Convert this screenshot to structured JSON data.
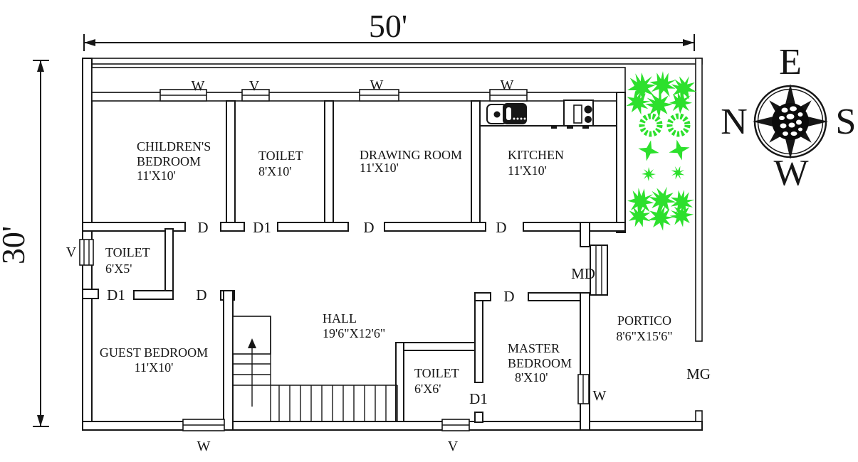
{
  "dim": {
    "width": "50'",
    "height": "30'"
  },
  "rooms": {
    "childrens": {
      "line1": "CHILDREN'S",
      "line2": "BEDROOM",
      "size": "11'X10'"
    },
    "toilet_top": {
      "name": "TOILET",
      "size": "8'X10'"
    },
    "drawing": {
      "name": "DRAWING ROOM",
      "size": "11'X10'"
    },
    "kitchen": {
      "name": "KITCHEN",
      "size": "11'X10'"
    },
    "toilet_left": {
      "name": "TOILET",
      "size": "6'X5'"
    },
    "guest": {
      "name": "GUEST BEDROOM",
      "size": "11'X10'"
    },
    "hall": {
      "name": "HALL",
      "size": "19'6\"X12'6\""
    },
    "toilet_mid": {
      "name": "TOILET",
      "size": "6'X6'"
    },
    "master": {
      "line1": "MASTER",
      "line2": "BEDROOM",
      "size": "8'X10'"
    },
    "portico": {
      "name": "PORTICO",
      "size": "8'6\"X15'6\""
    }
  },
  "op": {
    "door": "D",
    "door1": "D1",
    "main_door": "MD",
    "main_gate": "MG",
    "window": "W",
    "ventilator": "V"
  },
  "compass": {
    "top": "E",
    "left": "N",
    "right": "S",
    "bottom": "W"
  },
  "colors": {
    "line": "#161616",
    "plant_green": "#2de02d",
    "background": "#ffffff"
  }
}
